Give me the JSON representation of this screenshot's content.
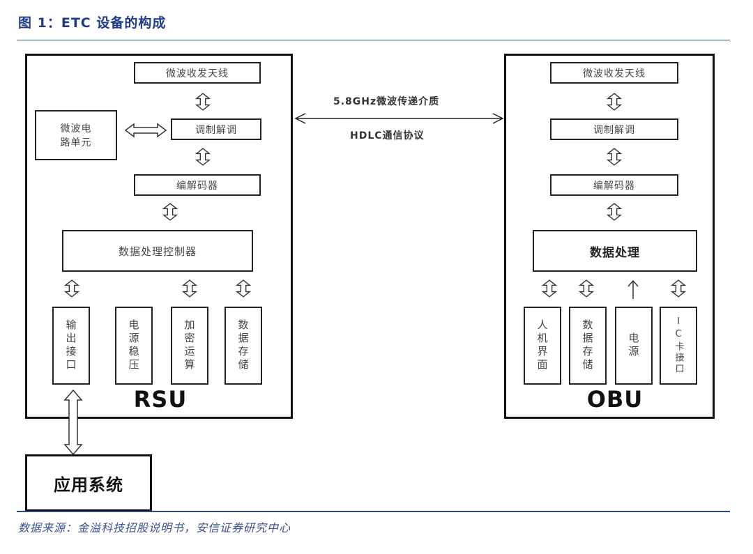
{
  "header": {
    "figure_title": "图 1：ETC 设备的构成"
  },
  "diagram": {
    "rsu": {
      "name": "RSU",
      "antenna": "微波收发天线",
      "circuit_unit": "微波电\n路单元",
      "modem": "调制解调",
      "codec": "编解码器",
      "controller": "数据处理控制器",
      "modules": [
        "输出接口",
        "电源稳压",
        "加密运算",
        "数据存储"
      ]
    },
    "obu": {
      "name": "OBU",
      "antenna": "微波收发天线",
      "modem": "调制解调",
      "codec": "编解码器",
      "processor": "数据处理",
      "modules": [
        "人机界面",
        "数据存储",
        "电源",
        "IC卡接口"
      ]
    },
    "link": {
      "medium": "5.8GHz微波传递介质",
      "protocol": "HDLC通信协议"
    },
    "application_system": "应用系统"
  },
  "footer": {
    "source": "数据来源：金溢科技招股说明书，安信证券研究中心"
  }
}
